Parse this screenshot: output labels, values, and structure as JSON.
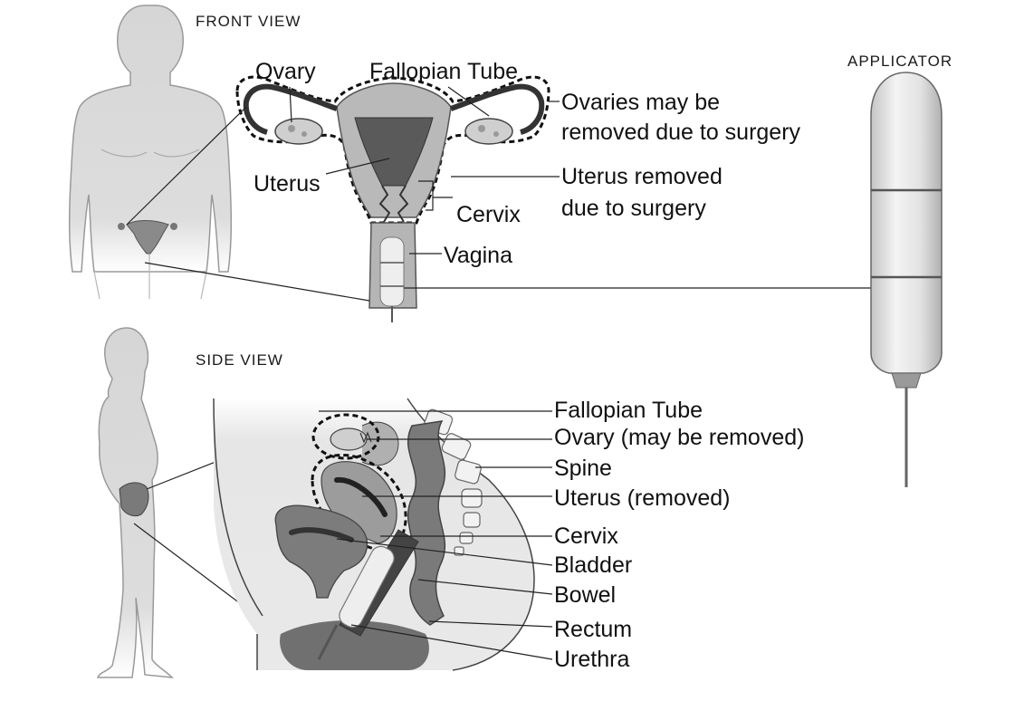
{
  "captions": {
    "front_view": "FRONT VIEW",
    "side_view": "SIDE VIEW",
    "applicator": "APPLICATOR"
  },
  "front_labels": {
    "ovary": "Ovary",
    "fallopian_tube": "Fallopian Tube",
    "uterus": "Uterus",
    "ovaries_note_line1": "Ovaries may be",
    "ovaries_note_line2": "removed due to surgery",
    "uterus_note_line1": "Uterus removed",
    "uterus_note_line2": "due to surgery",
    "cervix": "Cervix",
    "vagina": "Vagina"
  },
  "side_labels": {
    "fallopian_tube": "Fallopian Tube",
    "ovary": "Ovary (may be removed)",
    "spine": "Spine",
    "uterus": "Uterus (removed)",
    "cervix": "Cervix",
    "bladder": "Bladder",
    "bowel": "Bowel",
    "rectum": "Rectum",
    "urethra": "Urethra"
  },
  "colors": {
    "body_fill": "#d4d4d4",
    "outline": "#6a6a6a",
    "organ_dark": "#3a3a3a",
    "organ_mid": "#9a9a9a",
    "organ_light": "#c8c8c8",
    "applicator_fill": "#e6e6e6"
  }
}
